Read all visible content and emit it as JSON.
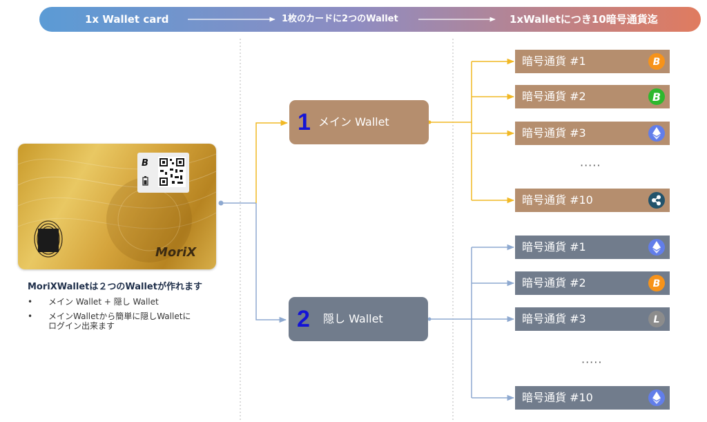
{
  "banner": {
    "step1": "1x Wallet card",
    "step2": "1枚のカードに2つのWallet",
    "step3": "1xWalletにつき10暗号通貨迄"
  },
  "card": {
    "logo": "MoriX"
  },
  "description": {
    "title": "MoriXWalletは２つのWalletが作れます",
    "bullets": [
      "メイン Wallet + 隠し Wallet",
      "メインWalletから簡単に隠しWalletに",
      "ログイン出来ます"
    ]
  },
  "wallet_main": {
    "number": "1",
    "label": "メイン Wallet"
  },
  "wallet_hidden": {
    "number": "2",
    "label": "隠し Wallet"
  },
  "main_cryptos": [
    {
      "label": "暗号通貨 #1",
      "icon": "bitcoin-icon"
    },
    {
      "label": "暗号通貨 #2",
      "icon": "bitcoin-cash-icon"
    },
    {
      "label": "暗号通貨 #3",
      "icon": "ethereum-icon"
    },
    {
      "label": "暗号通貨 #10",
      "icon": "ripple-icon"
    }
  ],
  "hidden_cryptos": [
    {
      "label": "暗号通貨 #1",
      "icon": "ethereum-icon"
    },
    {
      "label": "暗号通貨 #2",
      "icon": "bitcoin-icon"
    },
    {
      "label": "暗号通貨 #3",
      "icon": "litecoin-icon"
    },
    {
      "label": "暗号通貨 #10",
      "icon": "ethereum-icon"
    }
  ],
  "ellipsis": "·····",
  "colors": {
    "main_wallet": "#b58e6e",
    "hidden_wallet": "#717c8c",
    "main_line": "#f1b824",
    "hidden_line": "#8ea9d0",
    "bitcoin": "#f7931a",
    "bitcoin_cash": "#2eb82e",
    "ethereum": "#627eea",
    "ripple": "#23536b",
    "litecoin": "#8c8c8c",
    "number": "#1414d6"
  }
}
